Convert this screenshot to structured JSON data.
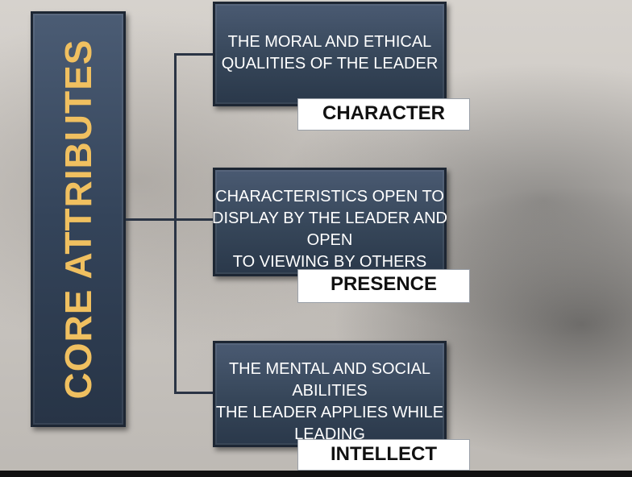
{
  "side_panel": {
    "title": "CORE ATTRIBUTES",
    "title_color": "#f0c060",
    "panel_color": "#34445a"
  },
  "attributes": [
    {
      "description": "THE MORAL AND ETHICAL\nQUALITIES OF THE LEADER",
      "label": "CHARACTER"
    },
    {
      "description": "CHARACTERISTICS OPEN TO\nDISPLAY BY THE LEADER AND OPEN\nTO VIEWING BY OTHERS",
      "label": "PRESENCE"
    },
    {
      "description": "THE MENTAL AND SOCIAL ABILITIES\nTHE LEADER APPLIES WHILE\nLEADING",
      "label": "INTELLECT"
    }
  ],
  "colors": {
    "card": "#364659",
    "card_text": "#ffffff",
    "label_bg": "#ffffff",
    "connector": "#2a3444"
  }
}
